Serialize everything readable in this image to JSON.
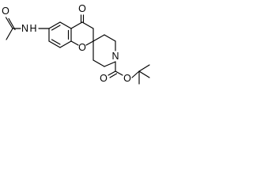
{
  "molecule": {
    "atoms": {
      "amide_n": "N",
      "amide_h": "H",
      "acetyl_o": "O",
      "ketone_o": "O",
      "ring_o": "O",
      "piperidine_n": "N",
      "carbamate_o_carbonyl": "O",
      "carbamate_o_ester": "O"
    }
  }
}
